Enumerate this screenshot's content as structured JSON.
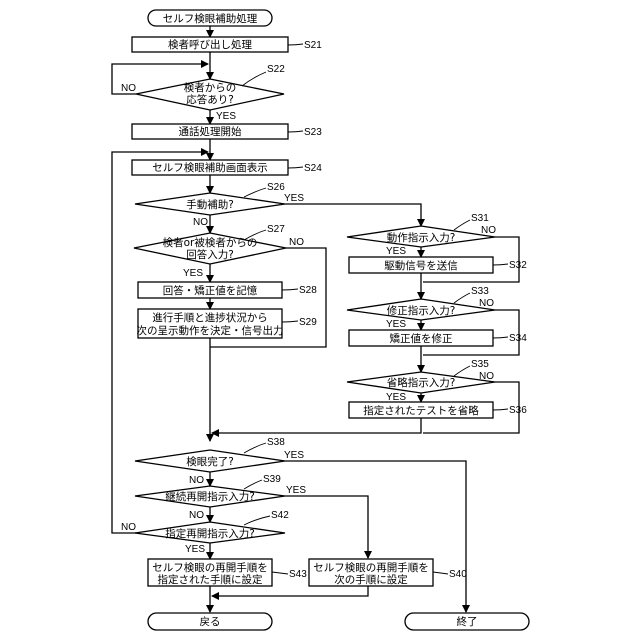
{
  "diagram": {
    "terminals": {
      "start": "セルフ検眼補助処理",
      "return": "戻る",
      "end": "終了"
    },
    "processes": {
      "s21": "検者呼び出し処理",
      "s23": "通話処理開始",
      "s24": "セルフ検眼補助画面表示",
      "s28": "回答・矯正値を記憶",
      "s29": [
        "進行手順と進捗状況から",
        "次の呈示動作を決定・信号出力"
      ],
      "s32": "駆動信号を送信",
      "s34": "矯正値を修正",
      "s36": "指定されたテストを省略",
      "s43": [
        "セルフ検眼の再開手順を",
        "指定された手順に設定"
      ],
      "s40": [
        "セルフ検眼の再開手順を",
        "次の手順に設定"
      ]
    },
    "decisions": {
      "s22": [
        "検者からの",
        "応答あり?"
      ],
      "s26": "手動補助?",
      "s27": [
        "検者or被検者からの",
        "回答入力?"
      ],
      "s31": "動作指示入力?",
      "s33": "修正指示入力?",
      "s35": "省略指示入力?",
      "s38": "検眼完了?",
      "s39": "継続再開指示入力?",
      "s42": "指定再開指示入力?"
    },
    "step_labels": {
      "s21": "S21",
      "s22": "S22",
      "s23": "S23",
      "s24": "S24",
      "s26": "S26",
      "s27": "S27",
      "s28": "S28",
      "s29": "S29",
      "s31": "S31",
      "s32": "S32",
      "s33": "S33",
      "s34": "S34",
      "s35": "S35",
      "s36": "S36",
      "s38": "S38",
      "s39": "S39",
      "s40": "S40",
      "s42": "S42",
      "s43": "S43"
    },
    "branch_labels": {
      "yes": "YES",
      "no": "NO"
    }
  }
}
